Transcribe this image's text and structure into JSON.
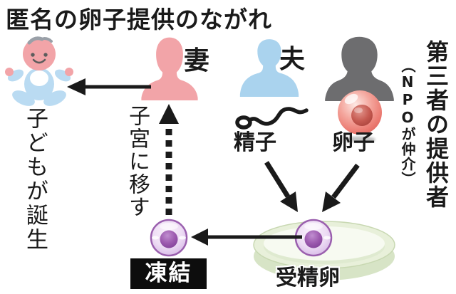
{
  "title": "匿名の卵子提供のながれ",
  "couple": {
    "wife_label": "妻",
    "husband_label": "夫",
    "sperm_label": "精子"
  },
  "donor": {
    "title": "第三者の提供者",
    "note": {
      "open": "（",
      "org": "NPO",
      "rest": "が仲介",
      "close": "）"
    },
    "egg_label": "卵子"
  },
  "outcome": {
    "baby_caption": "子どもが誕生"
  },
  "process": {
    "fertilized_egg_label": "受精卵",
    "freeze_label": "凍結",
    "transfer_caption": "子宮に移す"
  },
  "colors": {
    "wife_pink": "#f2a4a8",
    "husband_blue": "#aad3ee",
    "donor_gray": "#6d6d6f",
    "baby_skin": "#f2a4a8",
    "baby_outfit": "#badbf2",
    "baby_hair": "#9aa0a8",
    "bib_white": "#ffffff",
    "sperm_black": "#1a1a1a",
    "egg_red": "#ee7f76",
    "egg_core": "#b94f47",
    "cell_border": "#9a5fae",
    "cell_fill": "#eddcf4",
    "cell_nucleus": "#8e4d9e",
    "dish_green": "#e8f0da",
    "arrow": "#1a1a1a",
    "freeze_bg": "#0d0d0d",
    "freeze_fg": "#ffffff"
  }
}
